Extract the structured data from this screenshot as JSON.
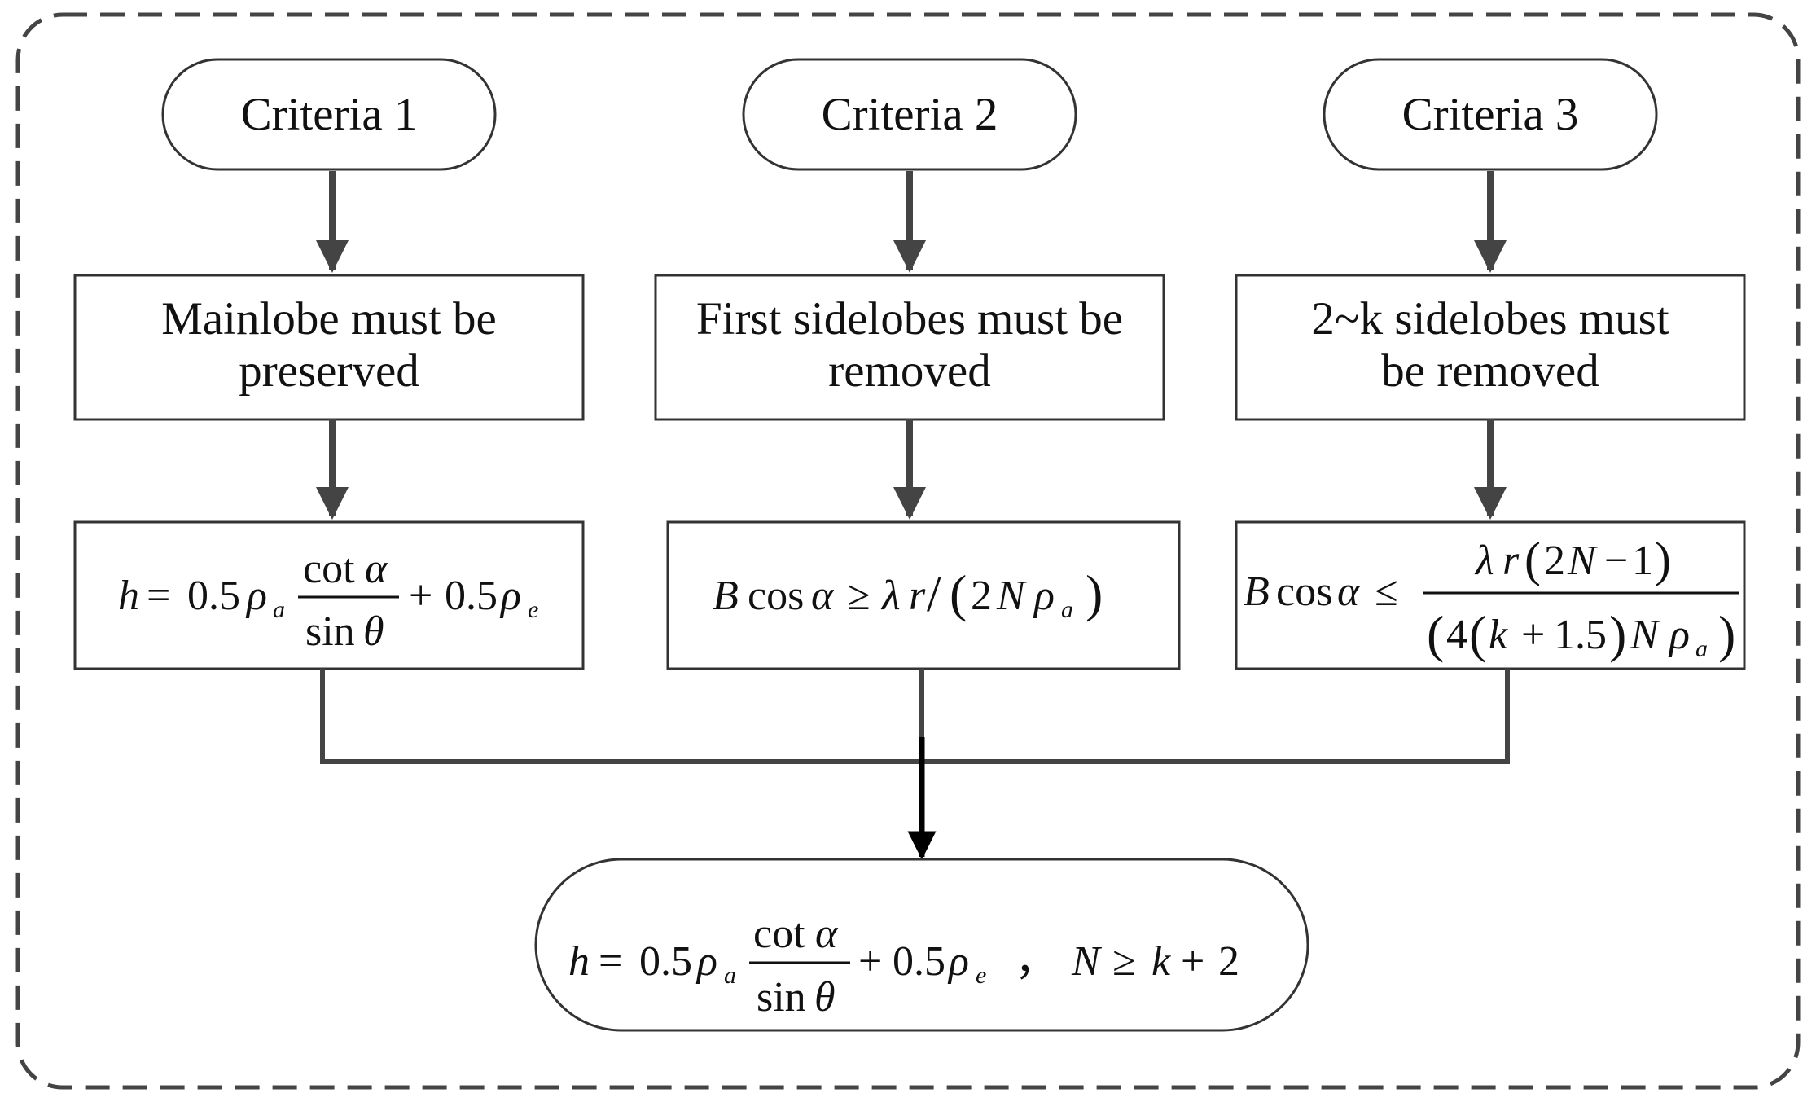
{
  "criteria": [
    {
      "label": "Criteria 1",
      "requirement": [
        "Mainlobe must be",
        "preserved"
      ]
    },
    {
      "label": "Criteria 2",
      "requirement": [
        "First sidelobes must be",
        "removed"
      ]
    },
    {
      "label": "Criteria 3",
      "requirement": [
        "2~k sidelobes must",
        "be removed"
      ]
    }
  ],
  "formulas": {
    "f1": {
      "lhs": "h",
      "eq": "=",
      "c1": "0.5",
      "rho": "ρ",
      "sub_a": "a",
      "num_cot": "cot",
      "num_alpha": "α",
      "den_sin": "sin",
      "den_theta": "θ",
      "plus": "+",
      "c2": "0.5",
      "sub_e": "e"
    },
    "f2": {
      "B": "B",
      "cos": "cos",
      "alpha": "α",
      "geq": "≥",
      "lambda": "λ",
      "r": "r",
      "slash": "/",
      "lp": "(",
      "two": "2",
      "N": "N",
      "rho": "ρ",
      "sub_a": "a",
      "rp": ")"
    },
    "f3": {
      "B": "B",
      "cos": "cos",
      "alpha": "α",
      "leq": "≤",
      "num_lambda": "λ",
      "num_r": "r",
      "num_lp": "(",
      "num_2N": "2",
      "num_N": "N",
      "num_minus": "−",
      "num_1": "1",
      "num_rp": ")",
      "den_lp": "(",
      "den_4": "4",
      "den_lp2": "(",
      "den_k": "k",
      "den_plus": "+",
      "den_15": "1.5",
      "den_rp2": ")",
      "den_N": "N",
      "den_rho": "ρ",
      "den_sub_a": "a",
      "den_rp": ")"
    },
    "result": {
      "sep": "，",
      "N": "N",
      "geq": "≥",
      "k": "k",
      "plus": "+",
      "two": "2"
    }
  },
  "colors": {
    "line": "#444444",
    "frame": "#444444",
    "text": "#111111"
  }
}
